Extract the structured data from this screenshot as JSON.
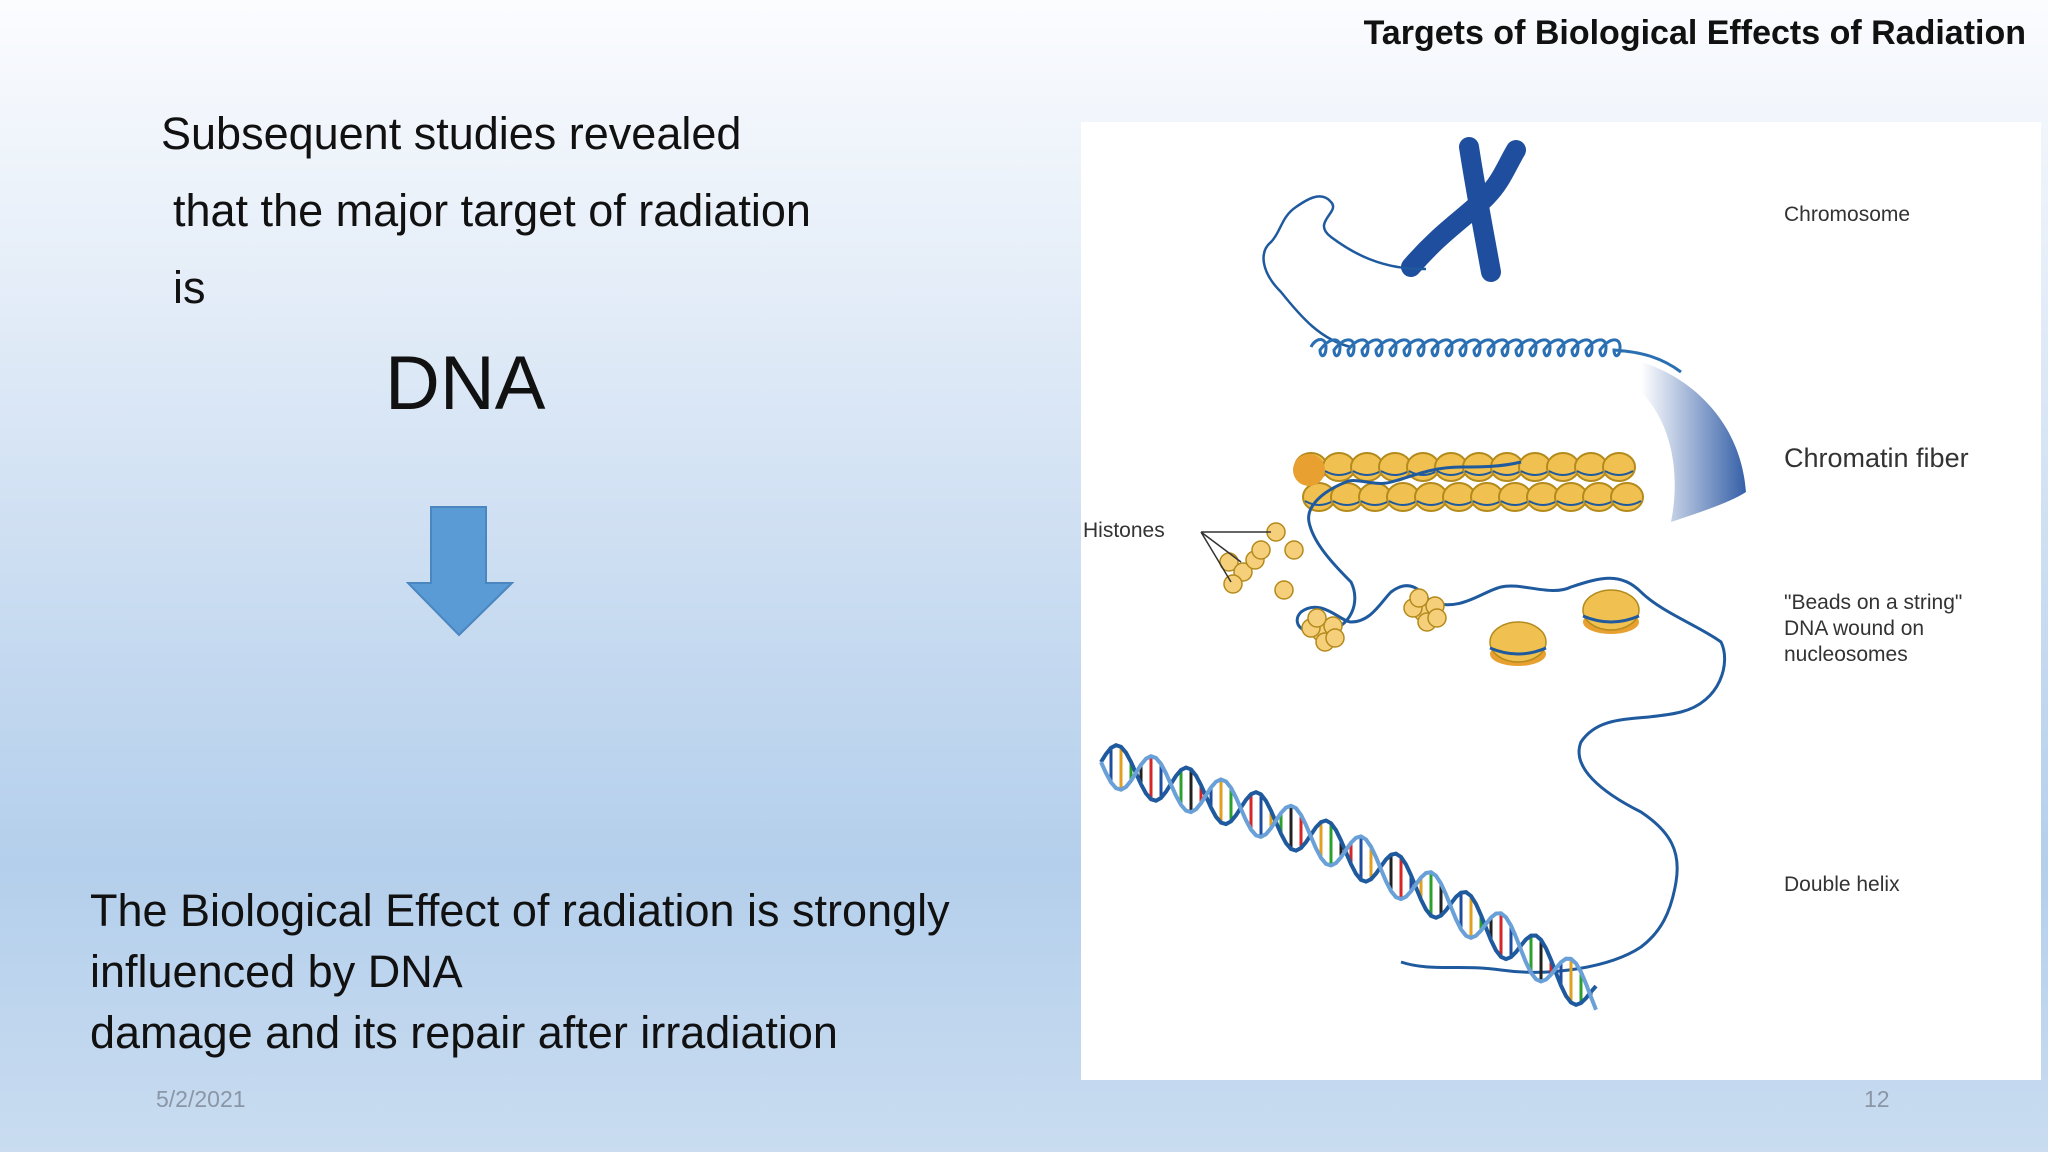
{
  "header": {
    "title": "Targets of Biological Effects of Radiation"
  },
  "intro": {
    "line1": "Subsequent studies revealed",
    "line2": "that the major target of radiation",
    "line3": "is"
  },
  "highlight": "DNA",
  "conclusion": {
    "line1": "The Biological Effect of radiation is strongly",
    "line2": "influenced by DNA",
    "line3": "damage and its repair after irradiation"
  },
  "footer": {
    "date": "5/2/2021",
    "page_number": "12"
  },
  "figure": {
    "labels": {
      "chromosome": "Chromosome",
      "chromatin_fiber": "Chromatin fiber",
      "histones": "Histones",
      "beads": "\"Beads on a string\"\nDNA wound on\nnucleosomes",
      "double_helix": "Double helix"
    }
  },
  "colors": {
    "arrow": "#5b9bd5",
    "chromosome": "#1f4e9e",
    "histone": "#f0c050",
    "dna_strand": "#1f5a9e"
  },
  "icons": {
    "arrow": "down-arrow-icon"
  }
}
